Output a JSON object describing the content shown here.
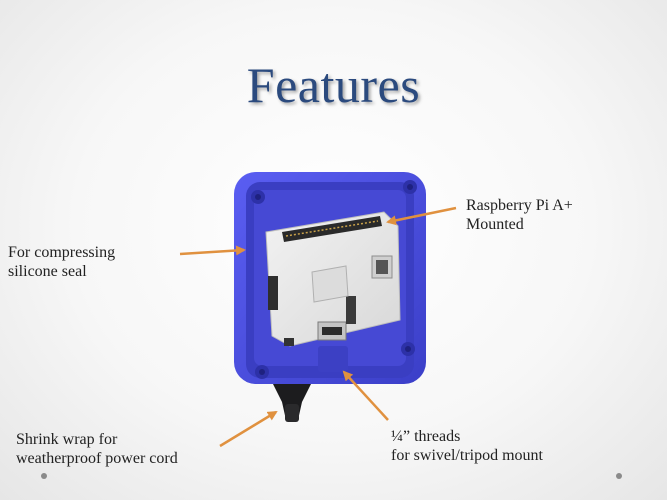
{
  "slide": {
    "title": "Features",
    "labels": {
      "seal": "For compressing\nsilicone seal",
      "raspberry": "Raspberry Pi A+\nMounted",
      "shrink": "Shrink wrap for\nweatherproof power cord",
      "threads": "¼” threads\nfor swivel/tripod mount"
    }
  },
  "colors": {
    "title": "#2b4a7e",
    "case": "#4a4ee0",
    "case_dark": "#3034b5",
    "board": "#e9e9e9",
    "arrow": "#e0913f",
    "text": "#222222"
  }
}
